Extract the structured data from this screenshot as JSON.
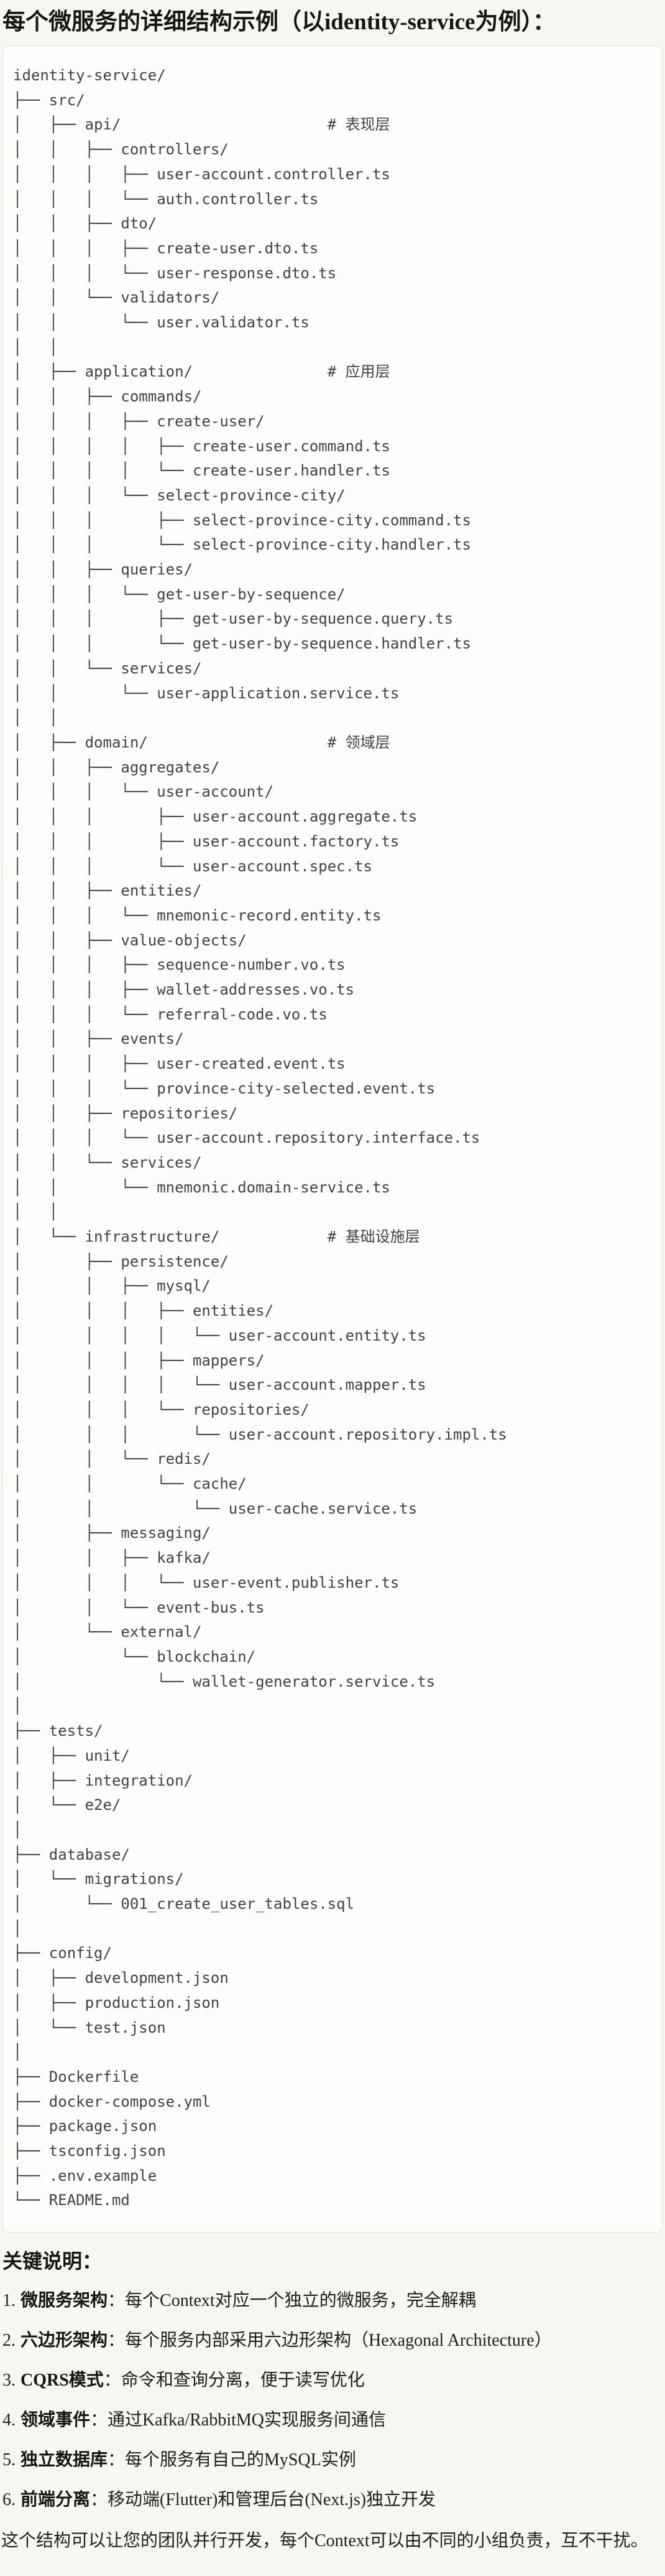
{
  "title": "每个微服务的详细结构示例（以identity-service为例）：",
  "colors": {
    "page_bg": "#f8f6f1",
    "code_bg": "#fdfdfb",
    "code_border": "#e0ded8",
    "tree_text": "#3e4347",
    "body_text": "#1f1e1b"
  },
  "code_block": {
    "lines": [
      "identity-service/",
      "├── src/",
      "│   ├── api/                       # 表现层",
      "│   │   ├── controllers/",
      "│   │   │   ├── user-account.controller.ts",
      "│   │   │   └── auth.controller.ts",
      "│   │   ├── dto/",
      "│   │   │   ├── create-user.dto.ts",
      "│   │   │   └── user-response.dto.ts",
      "│   │   └── validators/",
      "│   │       └── user.validator.ts",
      "│   │",
      "│   ├── application/               # 应用层",
      "│   │   ├── commands/",
      "│   │   │   ├── create-user/",
      "│   │   │   │   ├── create-user.command.ts",
      "│   │   │   │   └── create-user.handler.ts",
      "│   │   │   └── select-province-city/",
      "│   │   │       ├── select-province-city.command.ts",
      "│   │   │       └── select-province-city.handler.ts",
      "│   │   ├── queries/",
      "│   │   │   └── get-user-by-sequence/",
      "│   │   │       ├── get-user-by-sequence.query.ts",
      "│   │   │       └── get-user-by-sequence.handler.ts",
      "│   │   └── services/",
      "│   │       └── user-application.service.ts",
      "│   │",
      "│   ├── domain/                    # 领域层",
      "│   │   ├── aggregates/",
      "│   │   │   └── user-account/",
      "│   │   │       ├── user-account.aggregate.ts",
      "│   │   │       ├── user-account.factory.ts",
      "│   │   │       └── user-account.spec.ts",
      "│   │   ├── entities/",
      "│   │   │   └── mnemonic-record.entity.ts",
      "│   │   ├── value-objects/",
      "│   │   │   ├── sequence-number.vo.ts",
      "│   │   │   ├── wallet-addresses.vo.ts",
      "│   │   │   └── referral-code.vo.ts",
      "│   │   ├── events/",
      "│   │   │   ├── user-created.event.ts",
      "│   │   │   └── province-city-selected.event.ts",
      "│   │   ├── repositories/",
      "│   │   │   └── user-account.repository.interface.ts",
      "│   │   └── services/",
      "│   │       └── mnemonic.domain-service.ts",
      "│   │",
      "│   └── infrastructure/            # 基础设施层",
      "│       ├── persistence/",
      "│       │   ├── mysql/",
      "│       │   │   ├── entities/",
      "│       │   │   │   └── user-account.entity.ts",
      "│       │   │   ├── mappers/",
      "│       │   │   │   └── user-account.mapper.ts",
      "│       │   │   └── repositories/",
      "│       │   │       └── user-account.repository.impl.ts",
      "│       │   └── redis/",
      "│       │       └── cache/",
      "│       │           └── user-cache.service.ts",
      "│       ├── messaging/",
      "│       │   ├── kafka/",
      "│       │   │   └── user-event.publisher.ts",
      "│       │   └── event-bus.ts",
      "│       └── external/",
      "│           └── blockchain/",
      "│               └── wallet-generator.service.ts",
      "│",
      "├── tests/",
      "│   ├── unit/",
      "│   ├── integration/",
      "│   └── e2e/",
      "│",
      "├── database/",
      "│   └── migrations/",
      "│       └── 001_create_user_tables.sql",
      "│",
      "├── config/",
      "│   ├── development.json",
      "│   ├── production.json",
      "│   └── test.json",
      "│",
      "├── Dockerfile",
      "├── docker-compose.yml",
      "├── package.json",
      "├── tsconfig.json",
      "├── .env.example",
      "└── README.md"
    ]
  },
  "notes": {
    "heading": "关键说明：",
    "items": [
      {
        "num": "1.",
        "label": "微服务架构",
        "colon": "：",
        "desc": "每个Context对应一个独立的微服务，完全解耦"
      },
      {
        "num": "2.",
        "label": "六边形架构",
        "colon": "：",
        "desc": "每个服务内部采用六边形架构（Hexagonal Architecture）"
      },
      {
        "num": "3.",
        "label": "CQRS模式",
        "colon": "：",
        "desc": "命令和查询分离，便于读写优化"
      },
      {
        "num": "4.",
        "label": "领域事件",
        "colon": "：",
        "desc": "通过Kafka/RabbitMQ实现服务间通信"
      },
      {
        "num": "5.",
        "label": "独立数据库",
        "colon": "：",
        "desc": "每个服务有自己的MySQL实例"
      },
      {
        "num": "6.",
        "label": "前端分离",
        "colon": "：",
        "desc": "移动端(Flutter)和管理后台(Next.js)独立开发"
      }
    ],
    "footer": "这个结构可以让您的团队并行开发，每个Context可以由不同的小组负责，互不干扰。"
  }
}
